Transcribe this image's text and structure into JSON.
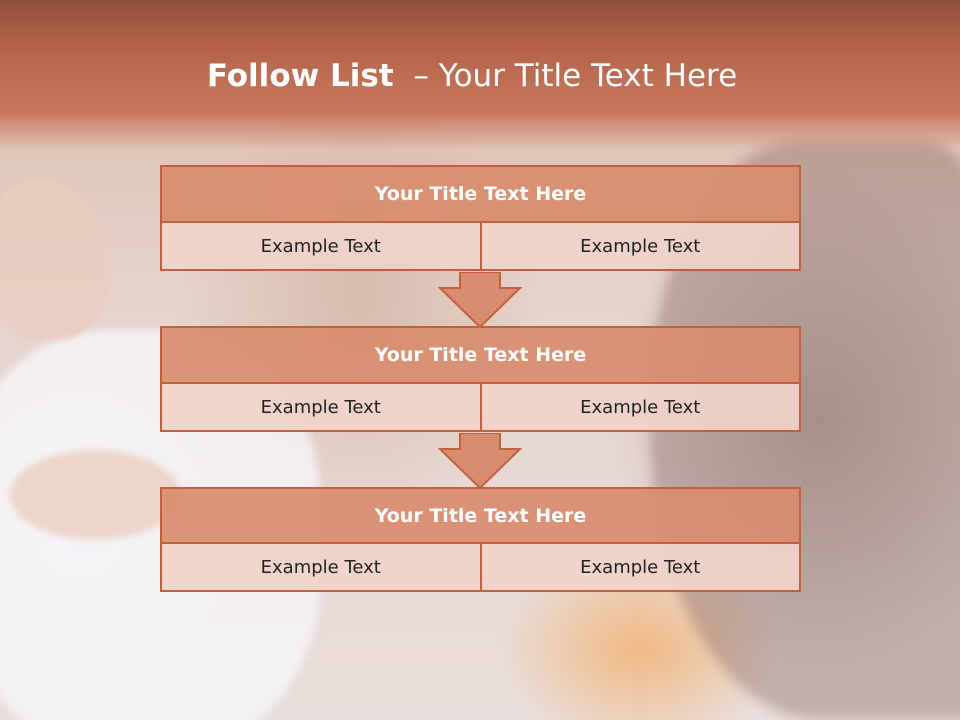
{
  "header": {
    "title_bold": "Follow List",
    "title_rest": "  – Your Title Text Here"
  },
  "blocks": [
    {
      "title": "Your Title Text Here",
      "left": "Example Text",
      "right": "Example Text"
    },
    {
      "title": "Your Title Text Here",
      "left": "Example Text",
      "right": "Example Text"
    },
    {
      "title": "Your Title Text Here",
      "left": "Example Text",
      "right": "Example Text"
    }
  ],
  "colors": {
    "accent": "#c0603f",
    "title_fill": "#d88c6e",
    "cell_fill": "#f0d2ca",
    "header": "#b5654b"
  },
  "icons": [
    "down-arrow-icon",
    "down-arrow-icon"
  ]
}
